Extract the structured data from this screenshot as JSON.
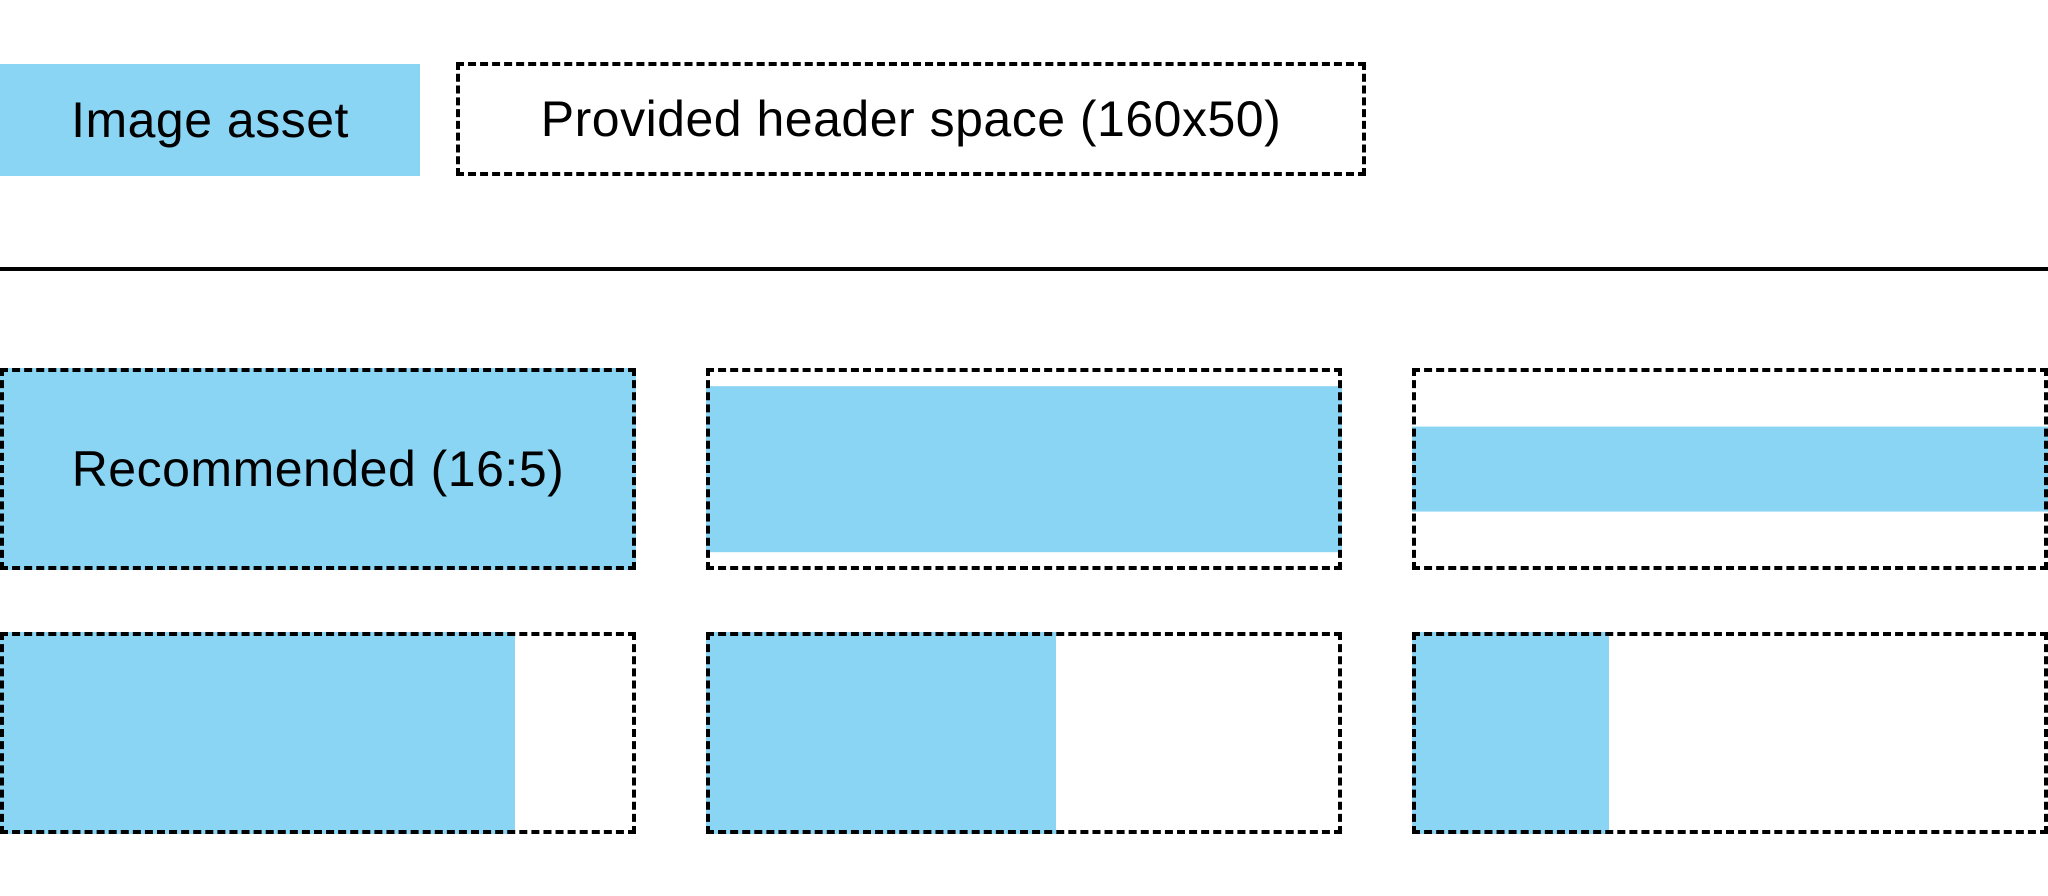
{
  "colors": {
    "image_asset": "#8bd5f4",
    "outline": "#000000",
    "divider": "#000000",
    "background": "#ffffff",
    "text": "#000000"
  },
  "legend": {
    "image_asset_label": "Image asset",
    "header_space_label": "Provided header space (160x50)"
  },
  "examples": {
    "tiles": [
      {
        "id": "recommended-16-5",
        "row": 1,
        "width_pct": 100,
        "height_pct": 100,
        "fit": "fills-header-space",
        "label": "Recommended (16:5)"
      },
      {
        "id": "full-width-tall",
        "row": 1,
        "width_pct": 100,
        "height_pct": 82,
        "fit": "full-width-vertically-centered",
        "label": ""
      },
      {
        "id": "full-width-short",
        "row": 1,
        "width_pct": 100,
        "height_pct": 42,
        "fit": "full-width-vertically-centered",
        "label": ""
      },
      {
        "id": "partial-width-large",
        "row": 2,
        "width_pct": 81,
        "height_pct": 100,
        "fit": "full-height-left-aligned",
        "label": ""
      },
      {
        "id": "partial-width-medium",
        "row": 2,
        "width_pct": 55,
        "height_pct": 100,
        "fit": "full-height-left-aligned",
        "label": ""
      },
      {
        "id": "partial-width-small",
        "row": 2,
        "width_pct": 31,
        "height_pct": 100,
        "fit": "full-height-left-aligned",
        "label": ""
      }
    ]
  }
}
